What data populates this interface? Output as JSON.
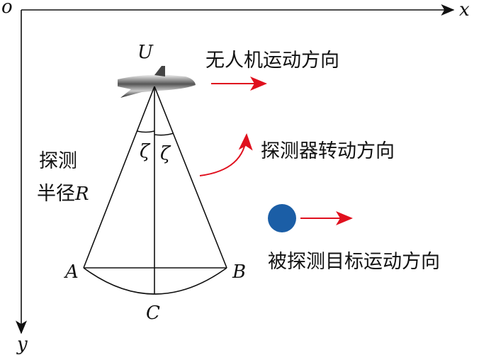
{
  "axes": {
    "origin": "o",
    "x": "x",
    "y": "y"
  },
  "points": {
    "U": "U",
    "A": "A",
    "B": "B",
    "C": "C"
  },
  "angle_left": "ζ",
  "angle_right": "ζ",
  "radius_label_line1": "探测",
  "radius_label_line2": "半径",
  "radius_symbol": "R",
  "uav_direction": "无人机运动方向",
  "detector_rotation": "探测器转动方向",
  "target_direction": "被探测目标运动方向",
  "colors": {
    "arrow": "#e0101e",
    "target": "#1b5ea6"
  }
}
